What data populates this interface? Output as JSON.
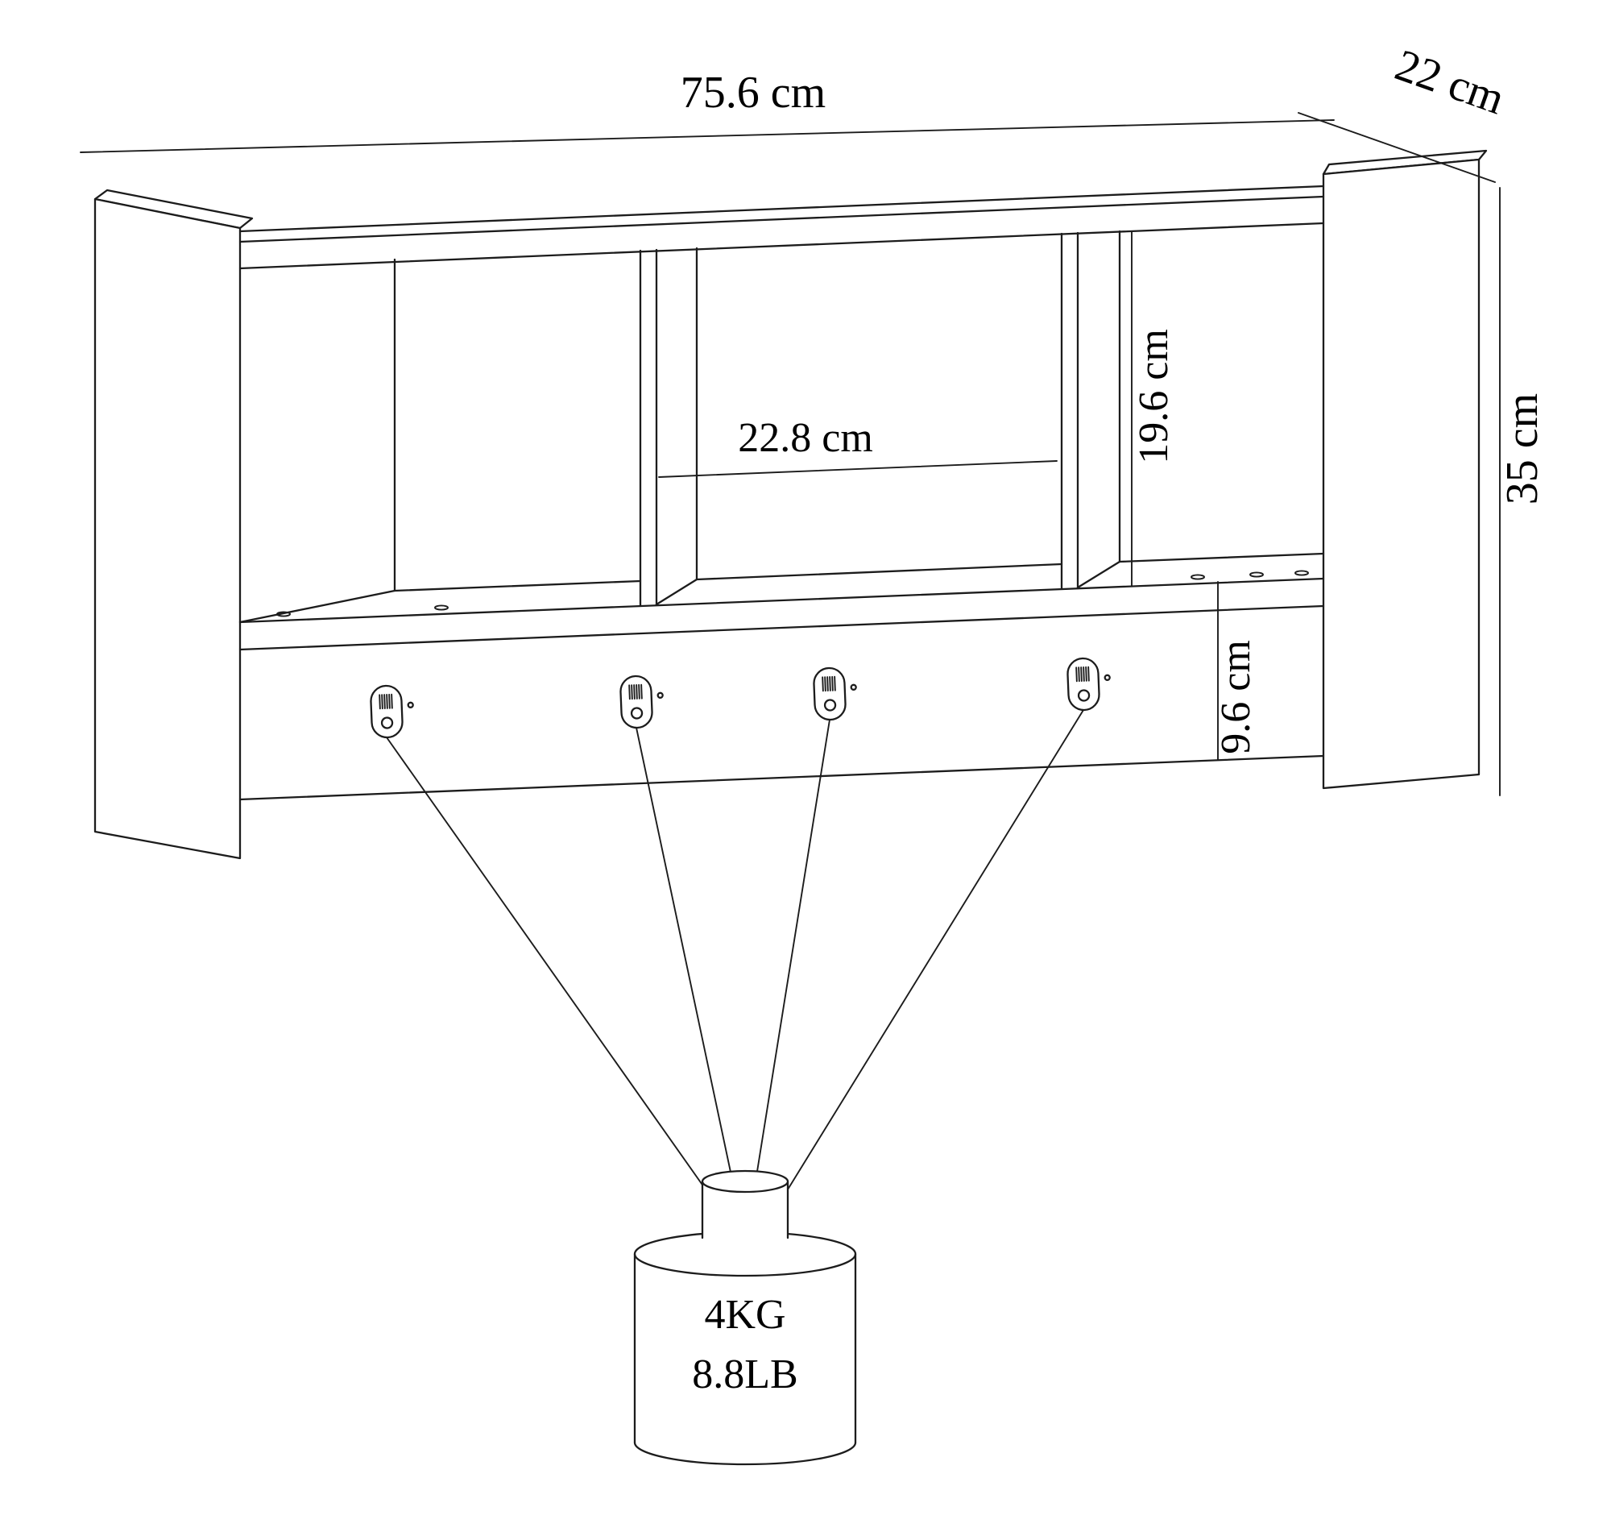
{
  "diagram": {
    "kind": "furniture dimension drawing",
    "subject": "wall-mounted cubby shelf with mounting rail, 4 keyhole wall brackets and max-load weight symbol",
    "labels": {
      "width": "75.6 cm",
      "depth": "22 cm",
      "height": "35 cm",
      "compartment_width": "22.8 cm",
      "compartment_height": "19.6 cm",
      "rail_height": "9.6 cm"
    },
    "weight": {
      "kg": "4KG",
      "lb": "8.8LB"
    },
    "colors": {
      "line": "#1c1c1c",
      "background": "#ffffff"
    }
  }
}
